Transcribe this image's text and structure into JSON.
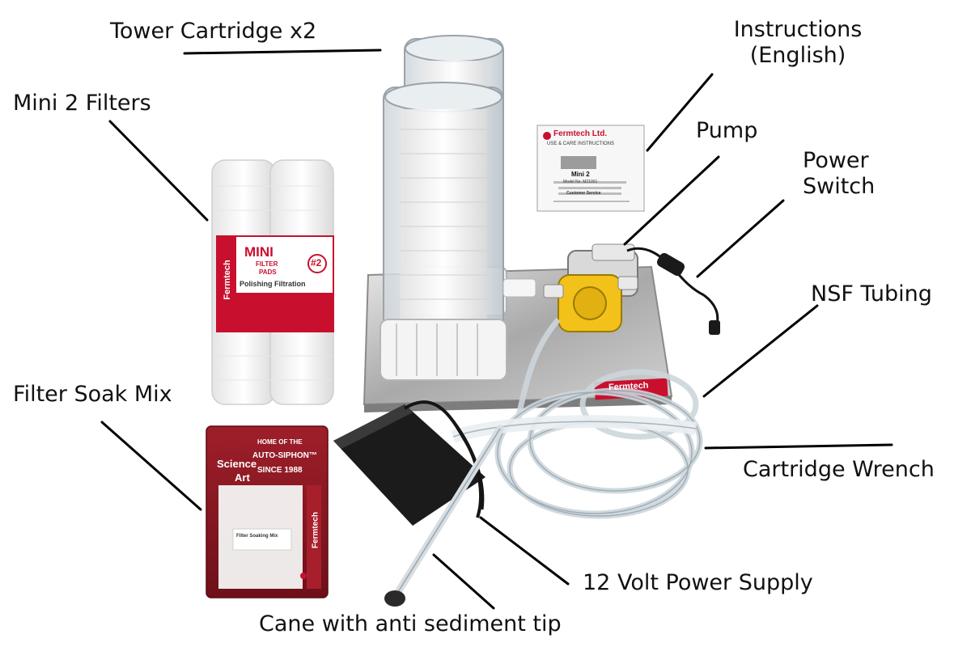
{
  "labels": {
    "tower_cartridge": "Tower Cartridge x2",
    "instructions_line1": "Instructions",
    "instructions_line2": "(English)",
    "mini_filters": "Mini 2 Filters",
    "pump": "Pump",
    "power_switch_line1": "Power",
    "power_switch_line2": "Switch",
    "nsf_tubing": "NSF Tubing",
    "filter_soak_mix": "Filter Soak Mix",
    "cartridge_wrench": "Cartridge Wrench",
    "power_supply": "12 Volt Power Supply",
    "cane": "Cane with anti sediment tip"
  },
  "product_print": {
    "filter_brand": "Fermtech",
    "filter_title": "MINI",
    "filter_sub1": "FILTER",
    "filter_sub2": "PADS",
    "filter_number": "#2",
    "filter_desc": "Polishing Filtration",
    "manual_brand": "Fermtech Ltd.",
    "manual_subtitle": "USE & CARE INSTRUCTIONS",
    "manual_model": "Mini 2",
    "manual_model_no": "Model No. M21001",
    "manual_service": "Customer Service",
    "base_brand": "Fermtech",
    "bag_science": "Science",
    "bag_art": "Art",
    "bag_home_line1": "HOME OF THE",
    "bag_home_line2": "AUTO-SIPHON™",
    "bag_home_line3": "SINCE 1988",
    "bag_inner": "Filter Soaking Mix",
    "bag_brand": "Fermtech"
  },
  "colors": {
    "text": "#111111",
    "leader": "#000000",
    "brand_red": "#c8102e",
    "pump_yellow": "#f2c21a",
    "bag_red": "#8f1a24",
    "steel": "#b8b8b8"
  }
}
